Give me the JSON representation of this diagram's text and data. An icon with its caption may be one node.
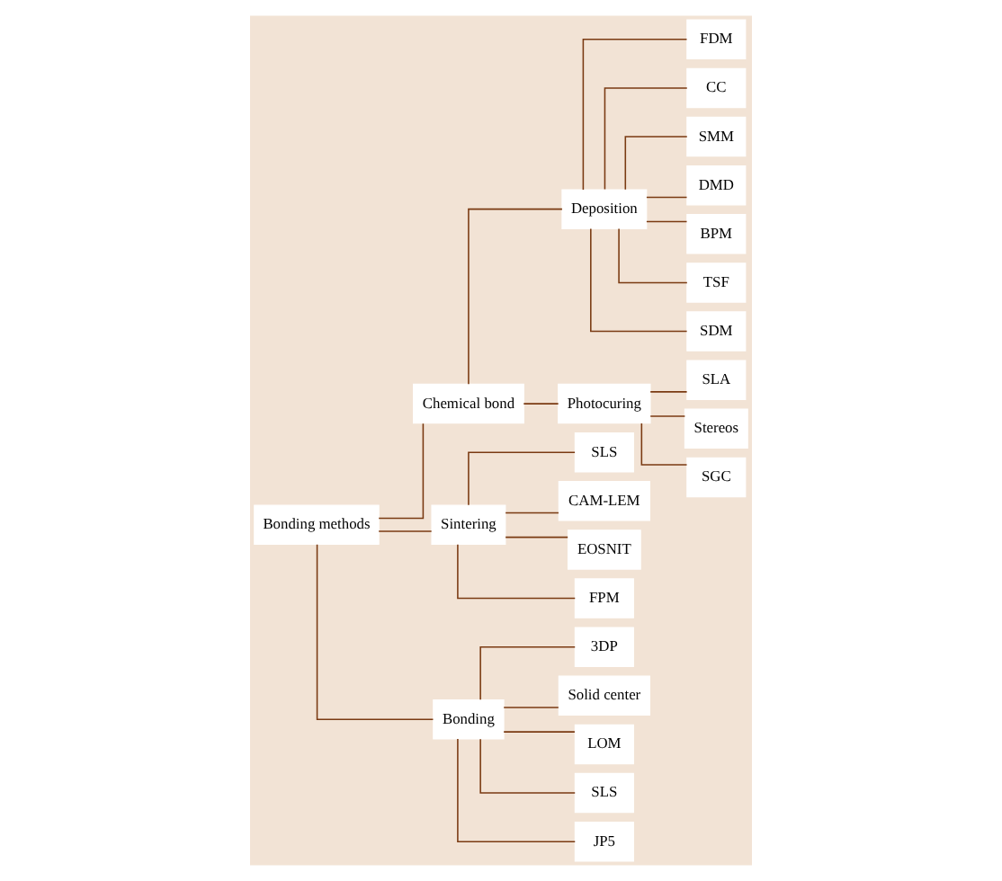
{
  "diagram": {
    "nodes": [
      {
        "text": [
          "Bonding methods"
        ]
      },
      {
        "text": [
          "Chemical bond"
        ]
      },
      {
        "text": [
          "Sintering"
        ]
      },
      {
        "text": [
          "Bonding"
        ]
      },
      {
        "text": [
          "Deposition"
        ]
      },
      {
        "text": [
          "Photocuring"
        ]
      },
      {
        "text": [
          "FDM"
        ]
      },
      {
        "text": [
          "CC"
        ]
      },
      {
        "text": [
          "SMM"
        ]
      },
      {
        "text": [
          "DMD"
        ]
      },
      {
        "text": [
          "BPM"
        ]
      },
      {
        "text": [
          "TSF"
        ]
      },
      {
        "text": [
          "SDM"
        ]
      },
      {
        "text": [
          "SLA"
        ]
      },
      {
        "text": [
          "Stereos"
        ]
      },
      {
        "text": [
          "SGC"
        ]
      },
      {
        "text": [
          "SLS"
        ]
      },
      {
        "text": [
          "CAM-LEM"
        ]
      },
      {
        "text": [
          "EOSNIT"
        ]
      },
      {
        "text": [
          "FPM"
        ]
      },
      {
        "text": [
          "3DP"
        ]
      },
      {
        "text": [
          "Solid center"
        ]
      },
      {
        "text": [
          "LOM"
        ]
      },
      {
        "text": [
          "SLS"
        ]
      },
      {
        "text": [
          "JP5"
        ]
      }
    ],
    "edges": [
      {
        "from": 0,
        "to": 1,
        "arrow": "none"
      },
      {
        "from": 0,
        "to": 2,
        "arrow": "none"
      },
      {
        "from": 0,
        "to": 3,
        "arrow": "none"
      },
      {
        "from": 1,
        "to": 4,
        "arrow": "none"
      },
      {
        "from": 1,
        "to": 5,
        "arrow": "none"
      },
      {
        "from": 4,
        "to": 6,
        "arrow": "none"
      },
      {
        "from": 4,
        "to": 7,
        "arrow": "none"
      },
      {
        "from": 4,
        "to": 8,
        "arrow": "none"
      },
      {
        "from": 4,
        "to": 9,
        "arrow": "none"
      },
      {
        "from": 4,
        "to": 10,
        "arrow": "none"
      },
      {
        "from": 4,
        "to": 11,
        "arrow": "none"
      },
      {
        "from": 4,
        "to": 12,
        "arrow": "none"
      },
      {
        "from": 5,
        "to": 13,
        "arrow": "none"
      },
      {
        "from": 5,
        "to": 14,
        "arrow": "none"
      },
      {
        "from": 5,
        "to": 15,
        "arrow": "none"
      },
      {
        "from": 2,
        "to": 16,
        "arrow": "none"
      },
      {
        "from": 2,
        "to": 17,
        "arrow": "none"
      },
      {
        "from": 2,
        "to": 18,
        "arrow": "none"
      },
      {
        "from": 2,
        "to": 19,
        "arrow": "none"
      },
      {
        "from": 3,
        "to": 20,
        "arrow": "none"
      },
      {
        "from": 3,
        "to": 21,
        "arrow": "none"
      },
      {
        "from": 3,
        "to": 22,
        "arrow": "none"
      },
      {
        "from": 3,
        "to": 23,
        "arrow": "none"
      },
      {
        "from": 3,
        "to": 24,
        "arrow": "none"
      }
    ]
  }
}
